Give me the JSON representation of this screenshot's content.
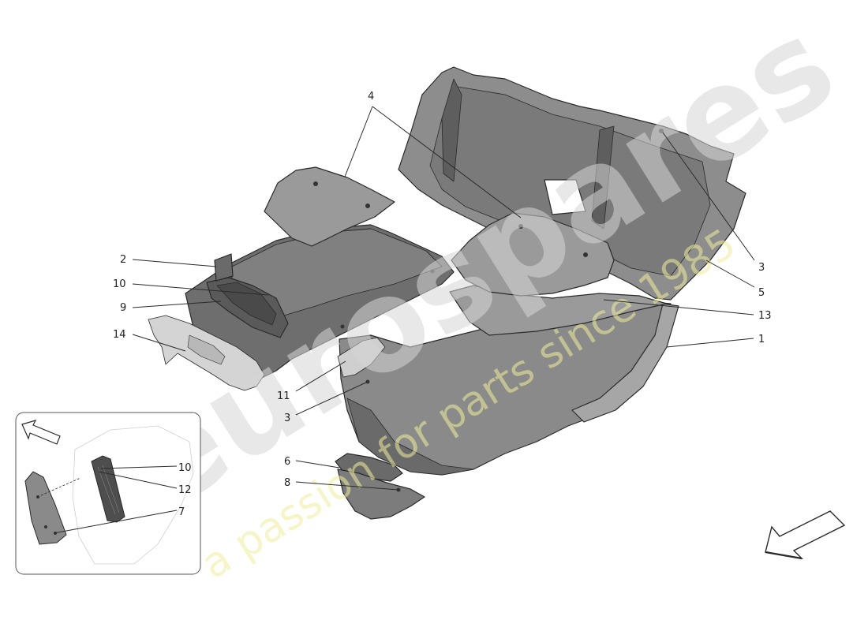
{
  "diagram": {
    "callouts": {
      "c1": "1",
      "c2": "2",
      "c3a": "3",
      "c3b": "3",
      "c4": "4",
      "c5": "5",
      "c6": "6",
      "c7": "7",
      "c8": "8",
      "c9": "9",
      "c10a": "10",
      "c10b": "10",
      "c11": "11",
      "c12": "12",
      "c13": "13",
      "c14": "14"
    }
  },
  "watermark": {
    "brand": "eurospares",
    "tagline": "a passion for parts since 1985"
  },
  "colors": {
    "part_dark": "#6f6f6f",
    "part_mid": "#8a8a8a",
    "part_light": "#a4a4a4",
    "outline": "#2a2a2a",
    "watermark_grey": "#d6d6d6",
    "watermark_yellow": "#eeee9a"
  },
  "icons": {
    "direction_arrow_main": "front-direction-arrow",
    "direction_arrow_inset": "inset-direction-arrow"
  }
}
